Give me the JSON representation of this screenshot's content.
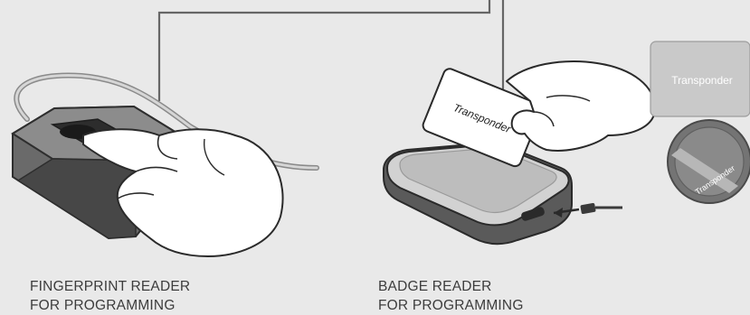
{
  "left_device": {
    "caption_line1": "FINGERPRINT READER",
    "caption_line2": "FOR PROGRAMMING"
  },
  "right_device": {
    "caption_line1": "BADGE READER",
    "caption_line2": "FOR PROGRAMMING",
    "card_label": "Transponder",
    "tag_label": "Transponder",
    "fob_label": "Transponder"
  },
  "colors": {
    "background": "#e9e9e9",
    "line": "#555555",
    "device_dark": "#5a5a5a",
    "device_top": "#cfcfcf",
    "card": "#ffffff",
    "tag": "#c8c8c8",
    "fob": "#6e6e6e"
  }
}
